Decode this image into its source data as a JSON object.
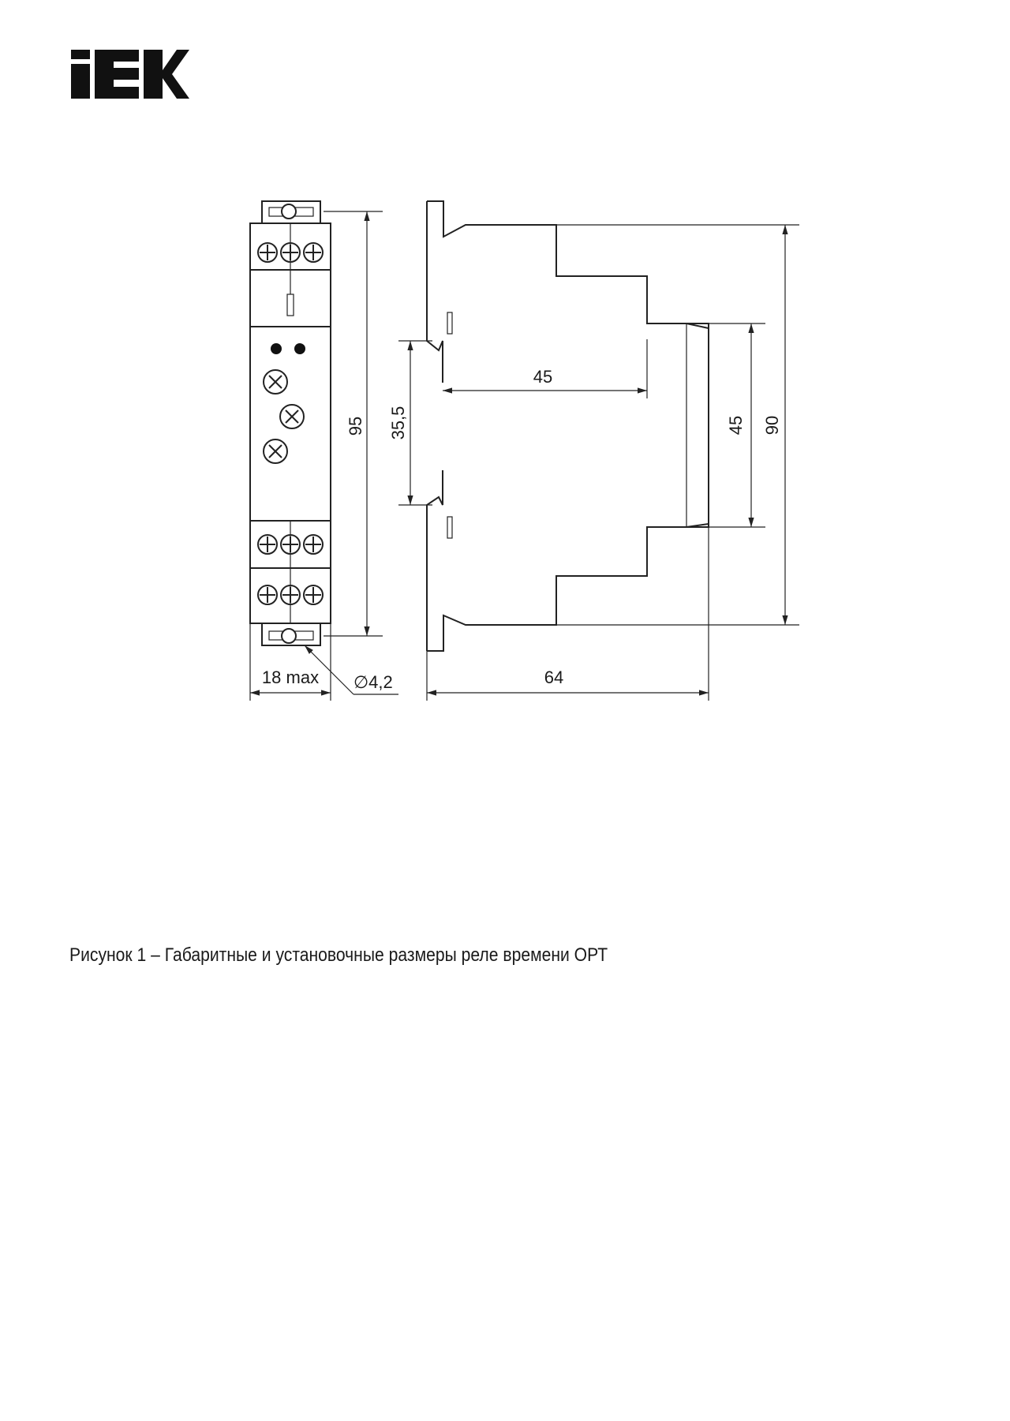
{
  "logo": {
    "text": "IEK"
  },
  "dimensions": {
    "total_height": "95",
    "din_rail_width": "35,5",
    "depth_to_face": "45",
    "face_height": "45",
    "body_height": "90",
    "module_width": "18 max",
    "hole_diameter": "∅4,2",
    "overall_depth": "64"
  },
  "caption": "Рисунок 1 – Габаритные и установочные размеры реле времени ОРТ"
}
